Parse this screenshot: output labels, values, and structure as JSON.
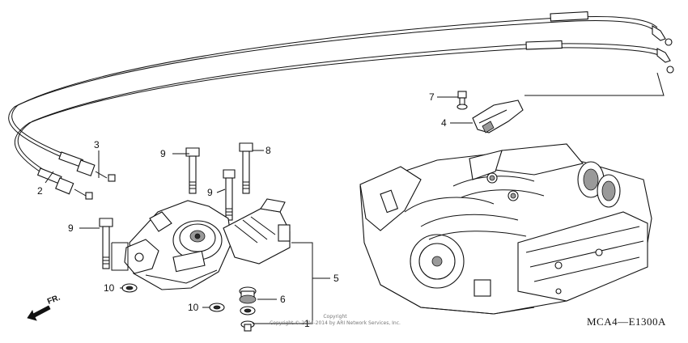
{
  "diagram": {
    "diagram_code": "MCA4—E1300A",
    "direction_label": "FR.",
    "copyright_line1": "Copyright",
    "copyright_line2": "Copyright © 2004-2014 by ARI Network Services, Inc.",
    "callouts": [
      {
        "id": "1",
        "label": "1"
      },
      {
        "id": "2",
        "label": "2"
      },
      {
        "id": "3",
        "label": "3"
      },
      {
        "id": "4",
        "label": "4"
      },
      {
        "id": "5",
        "label": "5"
      },
      {
        "id": "6",
        "label": "6"
      },
      {
        "id": "7",
        "label": "7"
      },
      {
        "id": "8",
        "label": "8"
      },
      {
        "id": "9a",
        "label": "9"
      },
      {
        "id": "9b",
        "label": "9"
      },
      {
        "id": "9c",
        "label": "9"
      },
      {
        "id": "10a",
        "label": "10"
      },
      {
        "id": "10b",
        "label": "10"
      }
    ]
  }
}
